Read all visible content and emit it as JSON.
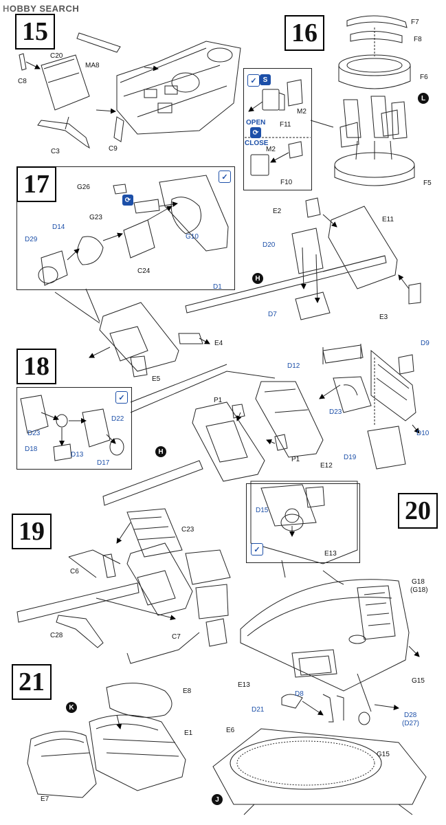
{
  "header": {
    "logo_first": "H",
    "logo_rest": "OBBY SEARCH"
  },
  "steps": [
    "15",
    "16",
    "17",
    "18",
    "19",
    "20",
    "21"
  ],
  "callouts": {
    "H": "H",
    "L": "L",
    "K": "K",
    "J": "J"
  },
  "open_close": {
    "open": "OPEN",
    "close": "CLOSE"
  },
  "glue_symbol": "✓",
  "labels": {
    "s15": {
      "c8": "C8",
      "c20": "C20",
      "ma8": "MA8",
      "c3": "C3",
      "c9": "C9"
    },
    "s16": {
      "f7": "F7",
      "f8": "F8",
      "f6": "F6",
      "m2a": "M2",
      "f11": "F11",
      "m2b": "M2",
      "f10": "F10",
      "f5": "F5"
    },
    "s17": {
      "g26": "G26",
      "g23": "G23",
      "d14": "D14",
      "d29": "D29",
      "c24": "C24",
      "g10": "G10",
      "e2": "E2",
      "e11": "E11",
      "d20": "D20",
      "d1": "D1",
      "d7": "D7",
      "e3": "E3",
      "e4": "E4",
      "e5": "E5"
    },
    "s18": {
      "d12": "D12",
      "d9": "D9",
      "d22": "D22",
      "d23a": "D23",
      "d18": "D18",
      "d13": "D13",
      "d17": "D17",
      "p1a": "P1",
      "d23b": "D23",
      "p1b": "P1",
      "e12": "E12",
      "d10": "D10",
      "d19": "D19"
    },
    "s19": {
      "c23": "C23",
      "c6": "C6",
      "c28": "C28",
      "c7": "C7"
    },
    "s20": {
      "d15": "D15",
      "e13a": "E13",
      "g18": "G18",
      "g18p": "(G18)",
      "g15a": "G15",
      "e13b": "E13",
      "d8": "D8",
      "d21": "D21",
      "d28": "D28",
      "d27p": "(D27)",
      "g15b": "G15"
    },
    "s21": {
      "e8": "E8",
      "e1": "E1",
      "e7": "E7",
      "e6": "E6"
    }
  }
}
